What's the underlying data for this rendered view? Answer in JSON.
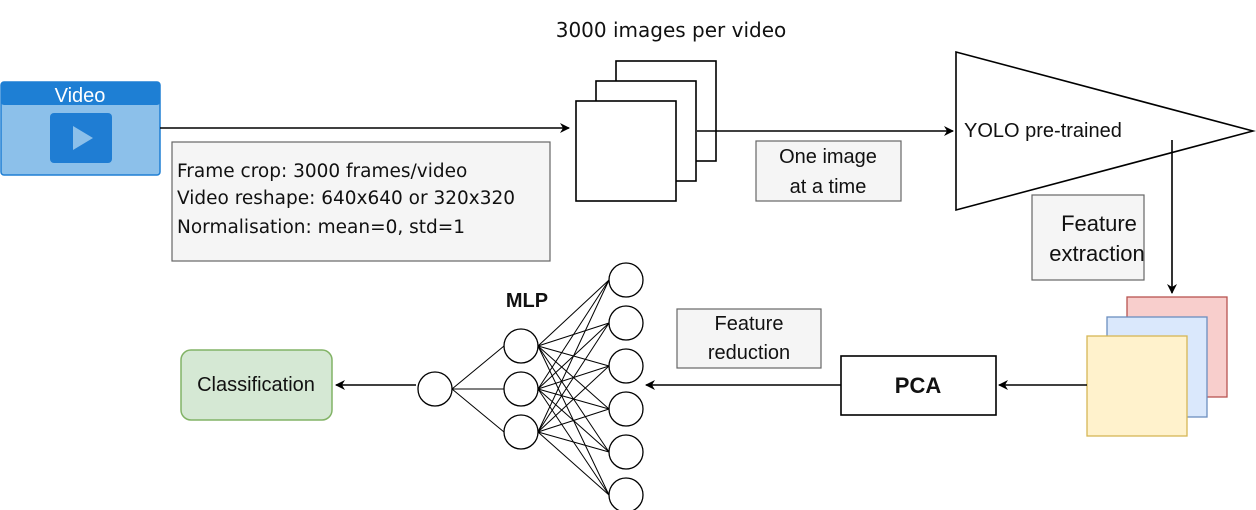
{
  "video_block": {
    "title": "Video",
    "icon": "play-icon",
    "colors": {
      "header": "#1e7fd4",
      "body": "#8cc0ea",
      "icon": "#1f7dd3"
    }
  },
  "preprocessing_note": {
    "lines": [
      "Frame crop: 3000 frames/video",
      "Video reshape: 640x640 or 320x320",
      "Normalisation: mean=0, std=1"
    ]
  },
  "frames_stack": {
    "caption": "3000 images per video"
  },
  "one_image_note": {
    "line1": "One image",
    "line2": "at a time"
  },
  "yolo": {
    "label": "YOLO pre-trained"
  },
  "feature_extraction": {
    "line1": "Feature",
    "line2": "extraction"
  },
  "feature_maps": {
    "colors": [
      "#f8cecc",
      "#dae8fc",
      "#fff2cc"
    ]
  },
  "pca": {
    "label": "PCA"
  },
  "feature_reduction": {
    "line1": "Feature",
    "line2": "reduction"
  },
  "mlp": {
    "label": "MLP"
  },
  "classification": {
    "label": "Classification",
    "color": "#d5e8d4"
  }
}
